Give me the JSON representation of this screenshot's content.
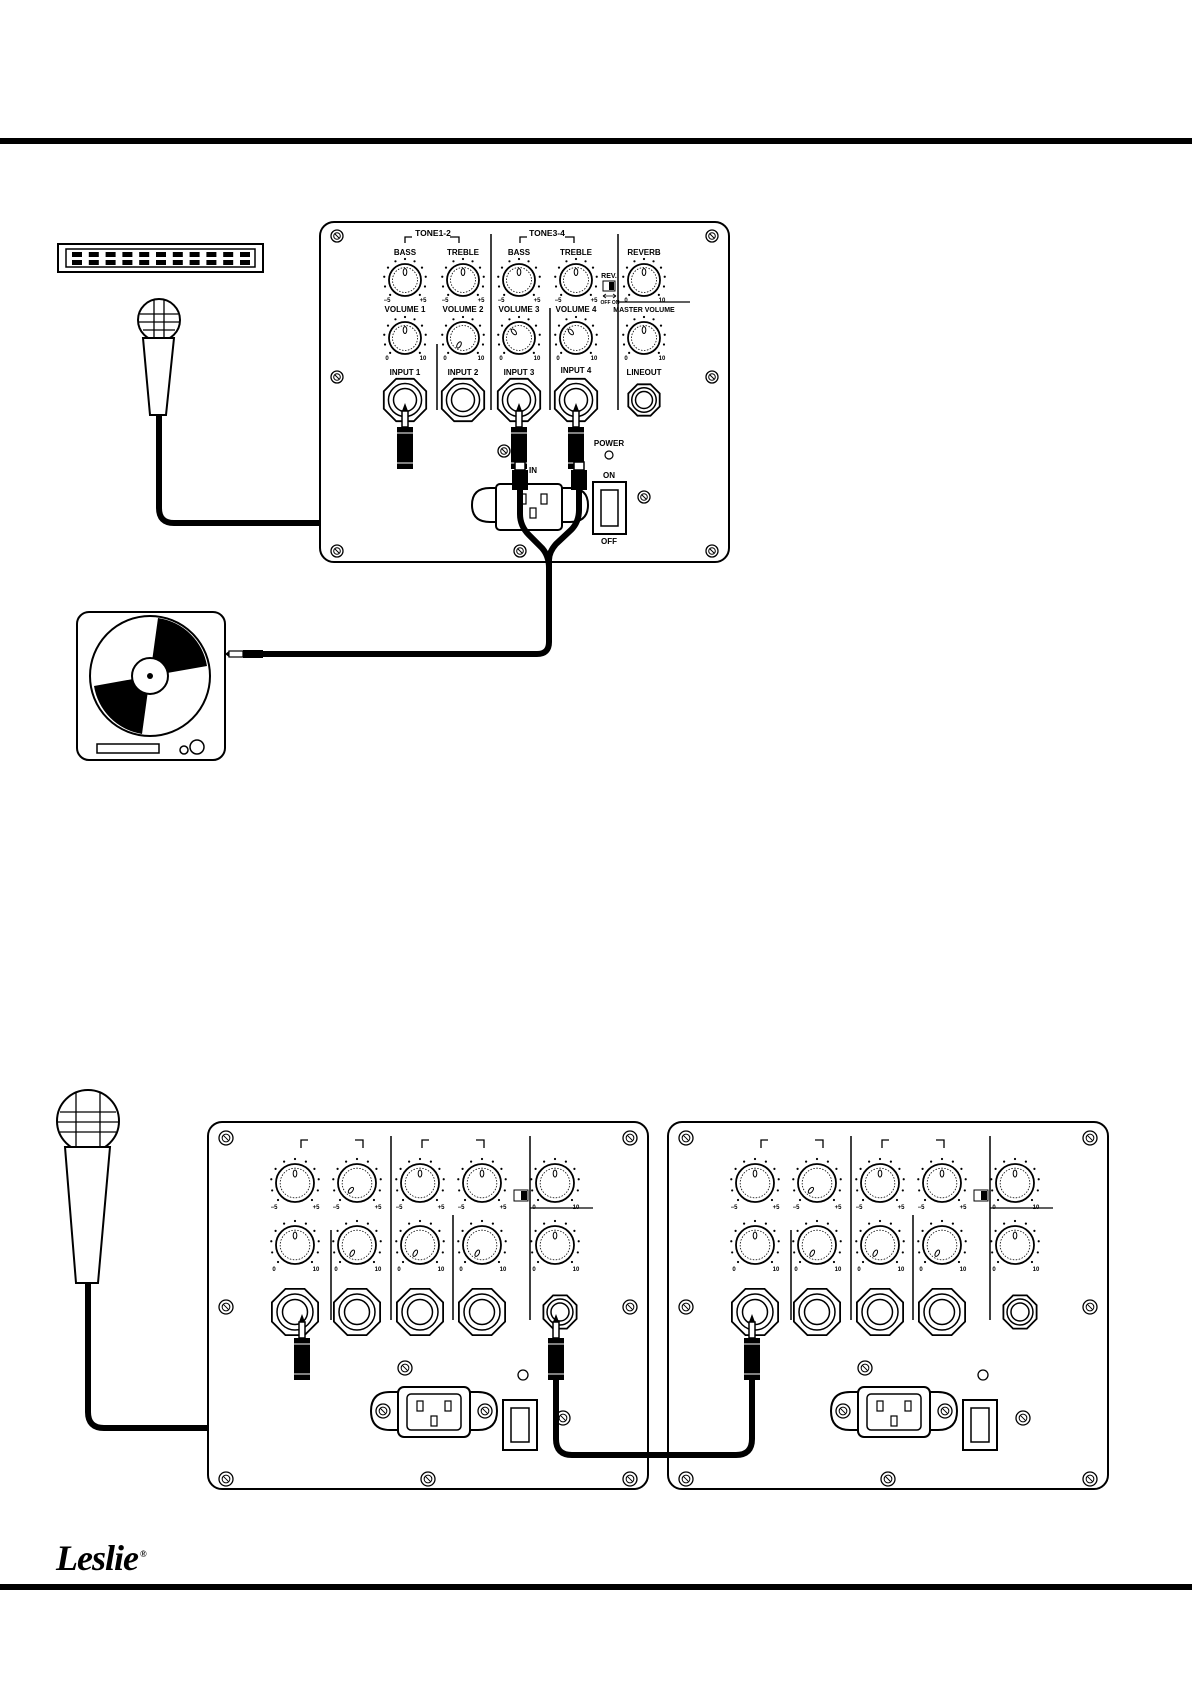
{
  "panel1": {
    "tone12": "TONE1-2",
    "tone34": "TONE3-4",
    "bass": "BASS",
    "treble": "TREBLE",
    "reverb": "REVERB",
    "rev": "REV.",
    "rev_offon": "OFF ON",
    "volume1": "VOLUME 1",
    "volume2": "VOLUME 2",
    "volume3": "VOLUME 3",
    "volume4": "VOLUME 4",
    "master_volume": "MASTER VOLUME",
    "input1": "INPUT 1",
    "input2": "INPUT 2",
    "input3": "INPUT 3",
    "input4": "INPUT 4",
    "lineout": "LINEOUT",
    "power": "POWER",
    "in": "IN",
    "on": "ON",
    "off": "OFF",
    "scale_min5": "−5",
    "scale_plus5": "+5",
    "scale_0": "0",
    "scale_10": "10"
  },
  "brand": {
    "name": "Leslie",
    "mark": "®"
  }
}
